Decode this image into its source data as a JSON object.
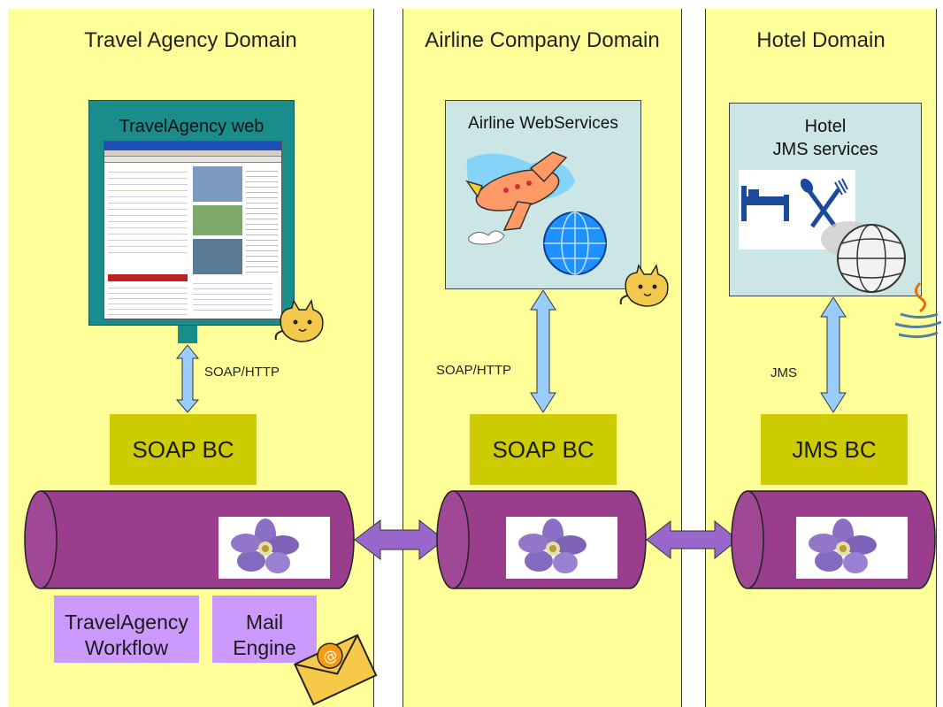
{
  "domains": {
    "travel": {
      "title": "Travel Agency Domain"
    },
    "airline": {
      "title": "Airline Company Domain"
    },
    "hotel": {
      "title": "Hotel Domain"
    }
  },
  "travel": {
    "web_title": "TravelAgency web",
    "protocol": "SOAP/HTTP",
    "bc": "SOAP BC",
    "workflow": [
      "TravelAgency",
      "Workflow"
    ],
    "mail": [
      "Mail",
      "Engine"
    ]
  },
  "airline": {
    "service_title": "Airline WebServices",
    "protocol": "SOAP/HTTP",
    "bc": "SOAP BC"
  },
  "hotel": {
    "service_title": [
      "Hotel",
      "JMS services"
    ],
    "protocol": "JMS",
    "bc": "JMS BC"
  },
  "icons": [
    "tomcat-icon",
    "airplane-icon",
    "globe-icon",
    "bed-icon",
    "fork-spoon-icon",
    "java-icon",
    "flower-icon",
    "mail-envelope-icon"
  ],
  "colors": {
    "domain_bg": "#ffff99",
    "panel_bg": "#cce6e6",
    "web_frame": "#1a8c8c",
    "bc_bg": "#cccc00",
    "bus_fill": "#993d8c",
    "component_bg": "#cc99ff",
    "arrow_fill": "#99ccff"
  }
}
